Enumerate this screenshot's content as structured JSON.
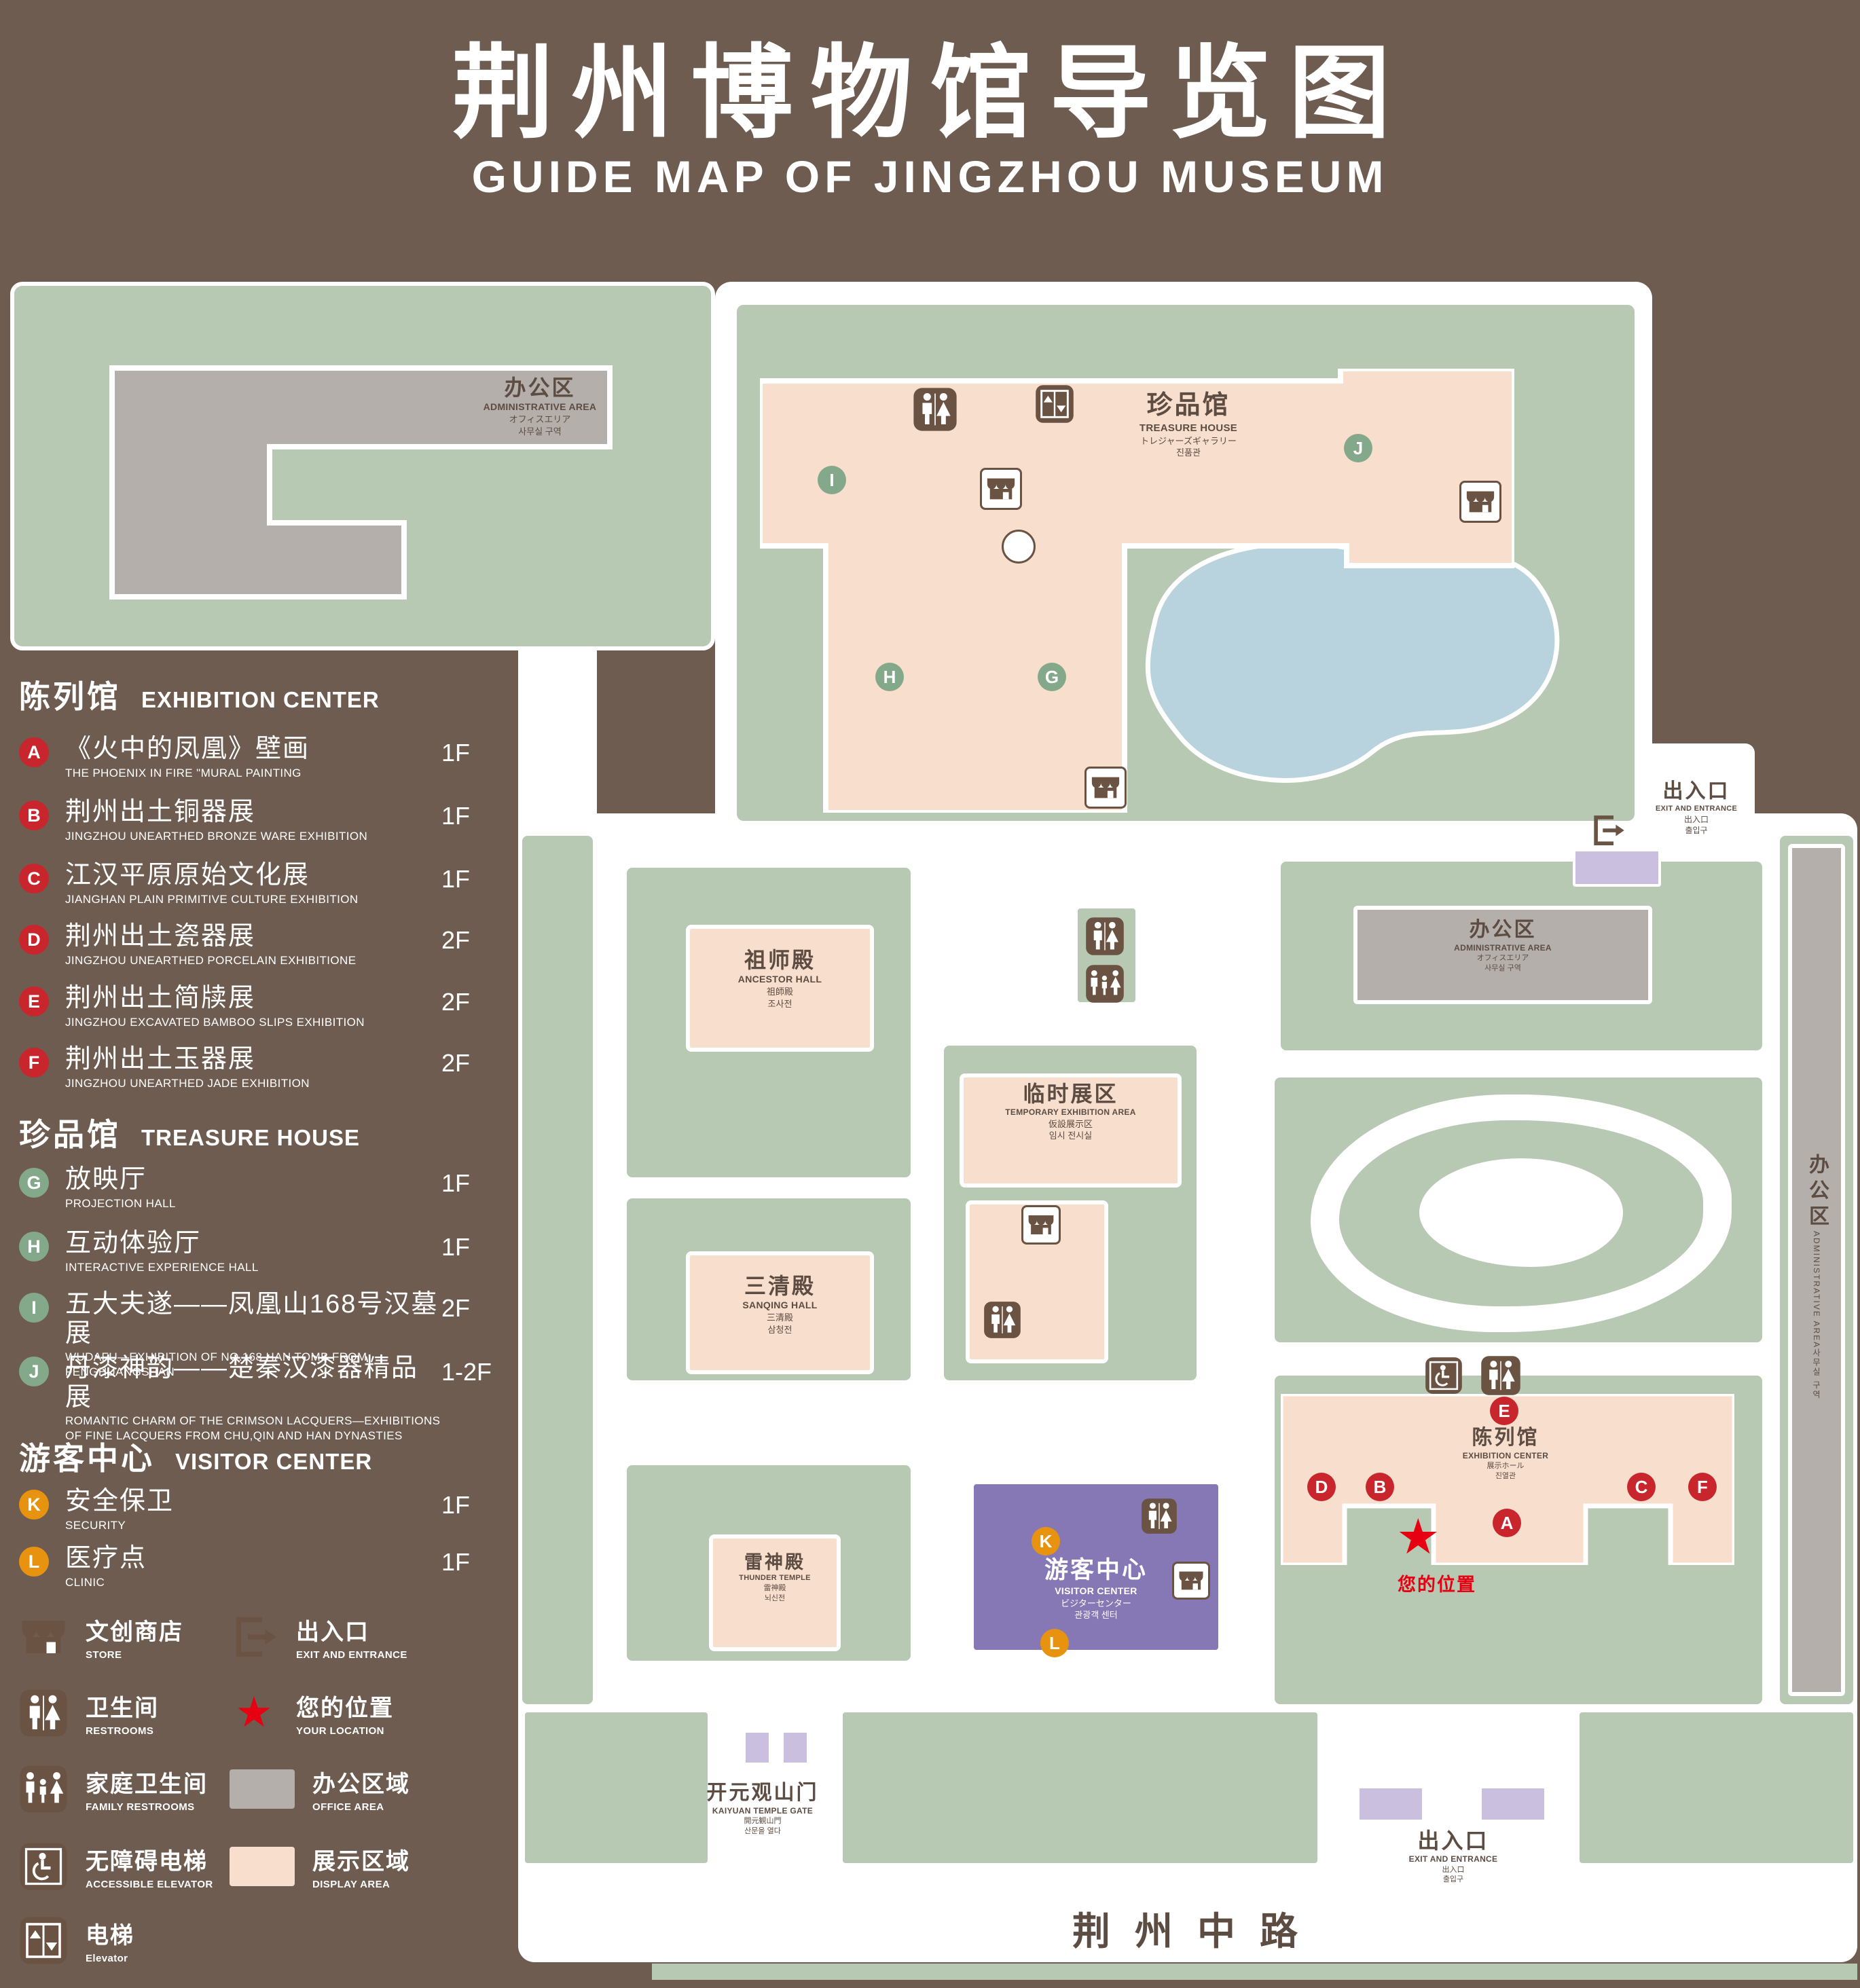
{
  "title": {
    "zh": "荆州博物馆导览图",
    "en": "GUIDE MAP OF JINGZHOU MUSEUM"
  },
  "legend": {
    "sections": [
      {
        "zh": "陈列馆",
        "en": "EXHIBITION CENTER",
        "items": [
          {
            "k": "A",
            "zh": "《火中的凤凰》壁画",
            "en": "THE PHOENIX IN FIRE \"MURAL PAINTING",
            "floor": "1F"
          },
          {
            "k": "B",
            "zh": "荆州出土铜器展",
            "en": "JINGZHOU UNEARTHED BRONZE WARE EXHIBITION",
            "floor": "1F"
          },
          {
            "k": "C",
            "zh": "江汉平原原始文化展",
            "en": "JIANGHAN PLAIN PRIMITIVE CULTURE EXHIBITION",
            "floor": "1F"
          },
          {
            "k": "D",
            "zh": "荆州出土瓷器展",
            "en": "JINGZHOU UNEARTHED PORCELAIN EXHIBITIONE",
            "floor": "2F"
          },
          {
            "k": "E",
            "zh": "荆州出土简牍展",
            "en": "JINGZHOU EXCAVATED BAMBOO SLIPS EXHIBITION",
            "floor": "2F"
          },
          {
            "k": "F",
            "zh": "荆州出土玉器展",
            "en": "JINGZHOU UNEARTHED JADE EXHIBITION",
            "floor": "2F"
          }
        ]
      },
      {
        "zh": "珍品馆",
        "en": "TREASURE HOUSE",
        "items": [
          {
            "k": "G",
            "zh": "放映厅",
            "en": "PROJECTION HALL",
            "floor": "1F"
          },
          {
            "k": "H",
            "zh": "互动体验厅",
            "en": "INTERACTIVE EXPERIENCE HALL",
            "floor": "1F"
          },
          {
            "k": "I",
            "zh": "五大夫遂——凤凰山168号汉墓展",
            "en": "WUDAFU—EXHIBITION OF NO.168 HAN TOMB FROM FENGHUANGSHAN",
            "floor": "2F"
          },
          {
            "k": "J",
            "zh": "丹漆神韵——楚秦汉漆器精品展",
            "en": "ROMANTIC CHARM OF THE CRIMSON LACQUERS—EXHIBITIONS OF FINE LACQUERS FROM CHU,QIN AND HAN DYNASTIES",
            "floor": "1-2F"
          }
        ]
      },
      {
        "zh": "游客中心",
        "en": "VISITOR CENTER",
        "items": [
          {
            "k": "K",
            "zh": "安全保卫",
            "en": "SECURITY",
            "floor": "1F"
          },
          {
            "k": "L",
            "zh": "医疗点",
            "en": "CLINIC",
            "floor": "1F"
          }
        ]
      }
    ],
    "symbols": [
      {
        "zh": "文创商店",
        "en": "STORE"
      },
      {
        "zh": "出入口",
        "en": "EXIT AND ENTRANCE"
      },
      {
        "zh": "卫生间",
        "en": "RESTROOMS"
      },
      {
        "zh": "您的位置",
        "en": "YOUR LOCATION"
      },
      {
        "zh": "家庭卫生间",
        "en": "FAMILY RESTROOMS"
      },
      {
        "zh": "办公区域",
        "en": "OFFICE AREA"
      },
      {
        "zh": "无障碍电梯",
        "en": "ACCESSIBLE ELEVATOR"
      },
      {
        "zh": "展示区域",
        "en": "DISPLAY AREA"
      },
      {
        "zh": "电梯",
        "en": "Elevator"
      }
    ]
  },
  "map": {
    "admin_nw": {
      "zh": "办公区",
      "en": "ADMINISTRATIVE AREA",
      "ja": "オフィスエリア",
      "ko": "사무실 구역"
    },
    "treasure": {
      "zh": "珍品馆",
      "en": "TREASURE HOUSE",
      "ja": "トレジャーズギャラリー",
      "ko": "진품관"
    },
    "exit_ne": {
      "zh": "出入口",
      "en": "EXIT AND ENTRANCE",
      "ja": "出入口",
      "ko": "출입구"
    },
    "admin_e": {
      "zh": "办公区",
      "en": "ADMINISTRATIVE AREA",
      "ja": "オフィスエリア",
      "ko": "사무실 구역"
    },
    "admin_far_e": {
      "zh": "办公区",
      "en": "ADMINISTRATIVE AREA",
      "ko": "사무실 구역"
    },
    "ancestor": {
      "zh": "祖师殿",
      "en": "ANCESTOR HALL",
      "ja": "祖師殿",
      "ko": "조사전"
    },
    "temporary": {
      "zh": "临时展区",
      "en": "TEMPORARY EXHIBITION AREA",
      "ja": "仮設展示区",
      "ko": "임시 전시실"
    },
    "sanqing": {
      "zh": "三清殿",
      "en": "SANQING HALL",
      "ja": "三清殿",
      "ko": "삼청전"
    },
    "thunder": {
      "zh": "雷神殿",
      "en": "THUNDER TEMPLE",
      "ja": "雷神殿",
      "ko": "뇌신전"
    },
    "visitor": {
      "zh": "游客中心",
      "en": "VISITOR CENTER",
      "ja": "ビジターセンター",
      "ko": "관광객 센터"
    },
    "exhibition": {
      "zh": "陈列馆",
      "en": "EXHIBITION CENTER",
      "ja": "展示ホール",
      "ko": "진열관"
    },
    "gate": {
      "zh": "开元观山门",
      "en": "KAIYUAN TEMPLE GATE",
      "ja": "開元観山門",
      "ko": "산문을 열다"
    },
    "exit_s": {
      "zh": "出入口",
      "en": "EXIT AND ENTRANCE",
      "ja": "出入口",
      "ko": "출입구"
    },
    "your_location": {
      "zh": "您的位置",
      "en": "YOUR LOCATION"
    },
    "road": "荆州中路"
  },
  "colors": {
    "background": "#6e5c50",
    "green_area": "#b7c9b3",
    "display_pink": "#f8decd",
    "office_gray": "#b4afab",
    "pond_blue": "#b8d2de",
    "visitor_purple": "#8578b4",
    "gate_purple": "#cabfde",
    "marker_red": "#c9252c",
    "marker_green": "#84a98a",
    "marker_orange": "#e8930f",
    "icon_brown": "#6b5343",
    "text_brown": "#5d4c42",
    "star_red": "#e60012"
  }
}
